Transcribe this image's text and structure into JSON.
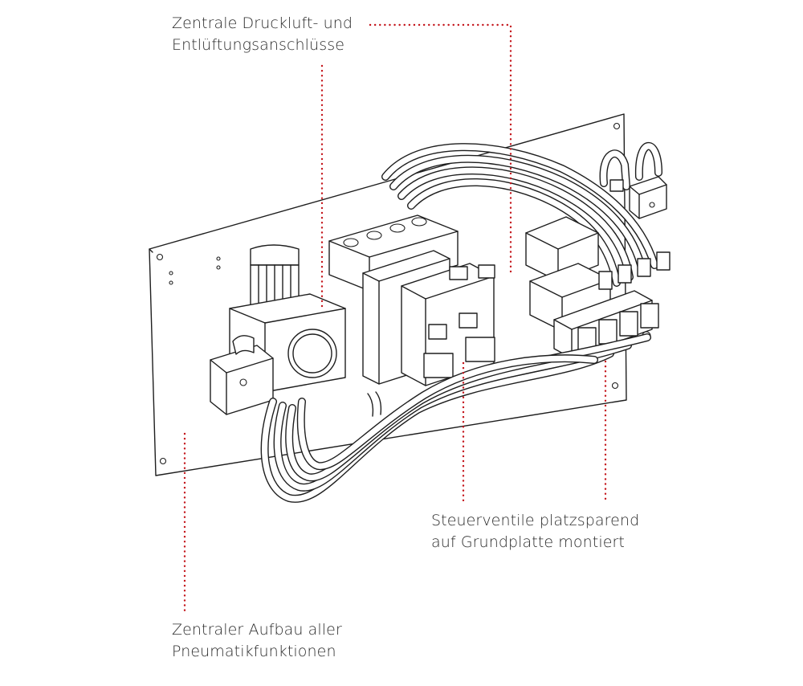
{
  "callouts": {
    "compressed_air": {
      "line1": "Zentrale Druckluft- und",
      "line2": "Entlüftungsanschlüsse"
    },
    "control_valves": {
      "line1": "Steuerventile platzsparend",
      "line2": "auf Grundplatte montiert"
    },
    "central_setup": {
      "line1": "Zentraler Aufbau aller",
      "line2": "Pneumatikfunktionen"
    }
  },
  "colors": {
    "leader": "#c4161c",
    "text": "#2b2b2b",
    "drawing": "#1e1e1e"
  }
}
